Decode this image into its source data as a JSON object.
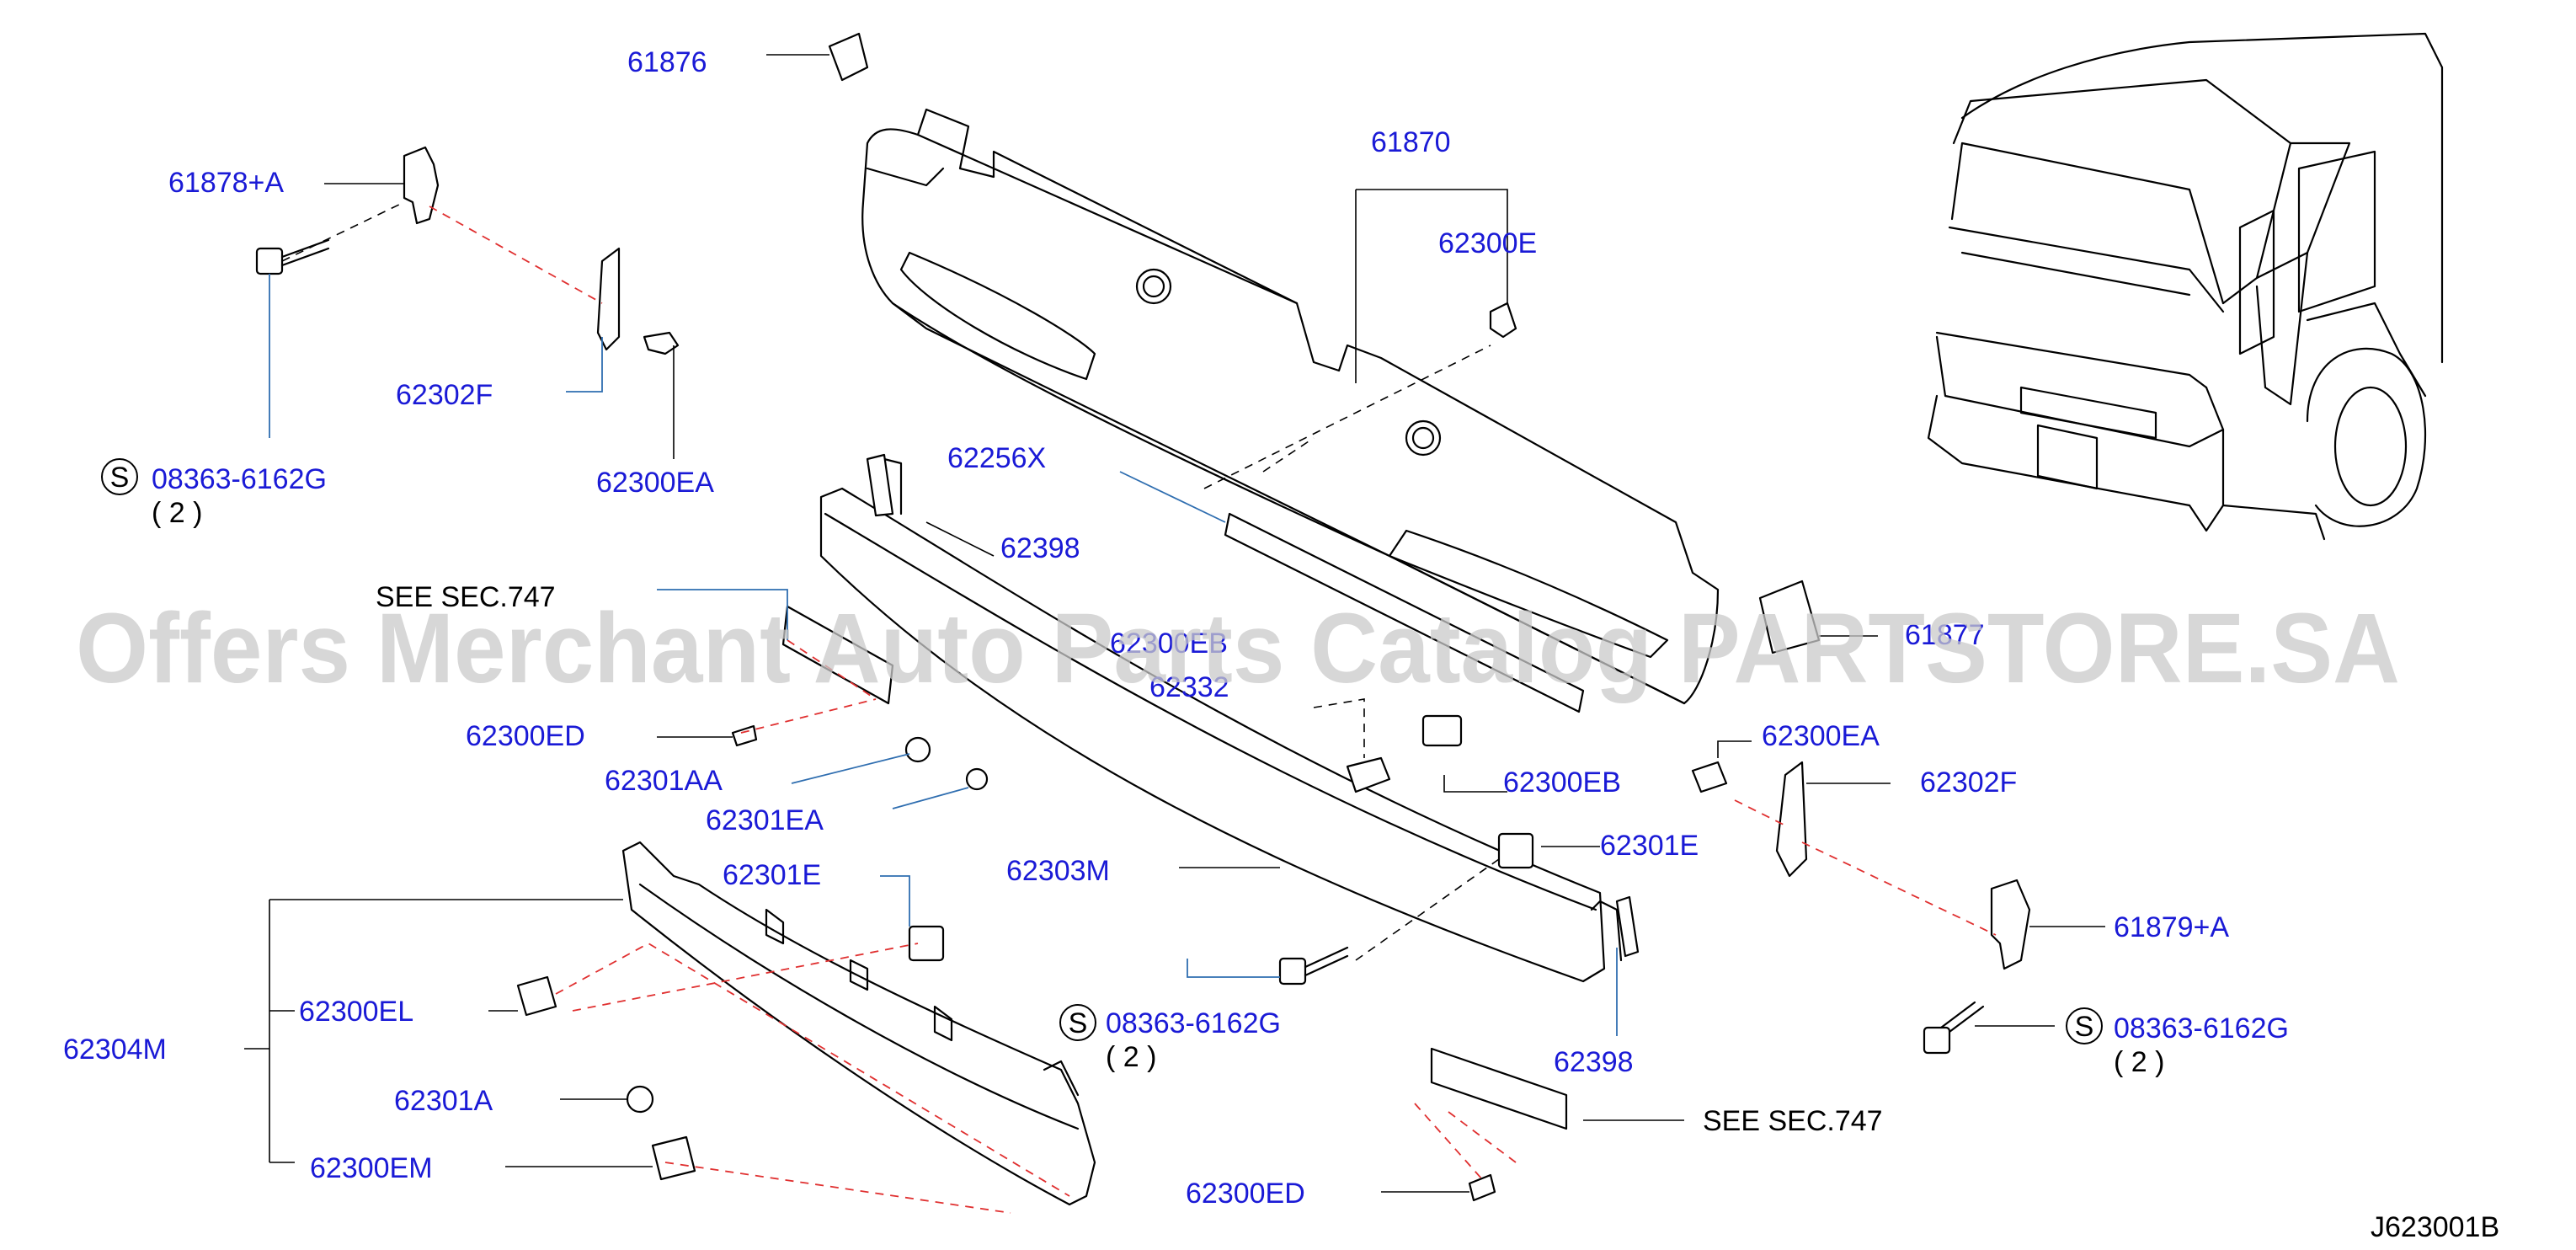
{
  "labels": {
    "p61876": "61876",
    "p61878a": "61878+A",
    "p08363_tl": "08363-6162G",
    "qty_tl": "( 2 )",
    "p62302f_l": "62302F",
    "p62300ea_l": "62300EA",
    "p61870": "61870",
    "p62300e": "62300E",
    "p62256x": "62256X",
    "p62398_t": "62398",
    "see_sec_l": "SEE SEC.747",
    "p62300eb_a": "62300EB",
    "p62332": "62332",
    "p62300ed_l": "62300ED",
    "p62301aa": "62301AA",
    "p62301ea": "62301EA",
    "p62301e_l": "62301E",
    "p62303m": "62303M",
    "p62304m": "62304M",
    "p62300el": "62300EL",
    "p62301a": "62301A",
    "p62300em": "62300EM",
    "p08363_c": "08363-6162G",
    "qty_c": "( 2 )",
    "p62300eb_b": "62300EB",
    "p62301e_r": "62301E",
    "p62398_b": "62398",
    "see_sec_r": "SEE SEC.747",
    "p62300ed_r": "62300ED",
    "p61877": "61877",
    "p62300ea_r": "62300EA",
    "p62302f_r": "62302F",
    "p61879a": "61879+A",
    "p08363_r": "08363-6162G",
    "qty_r": "( 2 )",
    "s_symbol": "S",
    "diagram_code": "J623001B"
  },
  "watermark": "Offers Merchant Auto Parts Catalog PARTSTORE.SA",
  "colors": {
    "label_blue": "#1a1ad6",
    "leader_blue": "#2f6eb0",
    "dash_red": "#e03030",
    "watermark_gray": "#c9c9c9"
  }
}
